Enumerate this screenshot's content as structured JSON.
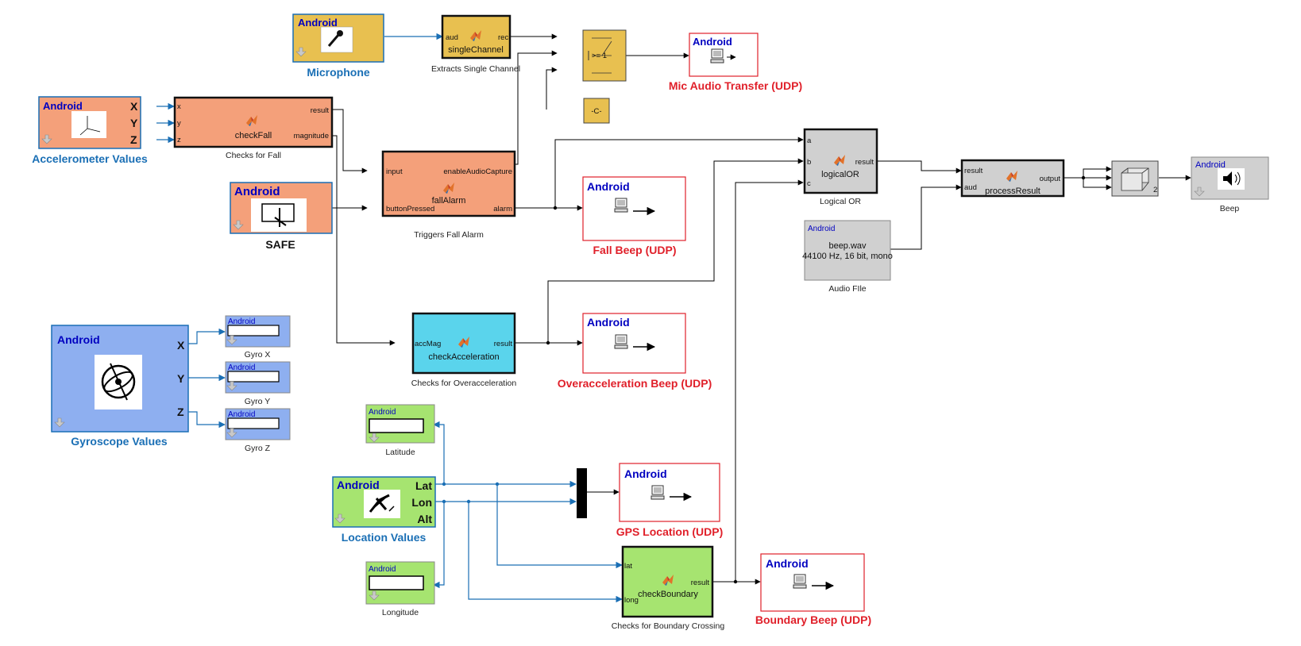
{
  "android": "Android",
  "blocks": {
    "microphone": {
      "title": "Microphone"
    },
    "single_channel": {
      "in": "aud",
      "out": "rec",
      "name": "singleChannel",
      "caption": "Extracts Single Channel"
    },
    "switch": {
      "threshold": ">= 1"
    },
    "constant": {
      "text": "-C-"
    },
    "mic_udp": {
      "title": "Mic Audio Transfer (UDP)"
    },
    "accel": {
      "title": "Accelerometer Values",
      "ports": [
        "X",
        "Y",
        "Z"
      ]
    },
    "check_fall": {
      "in": [
        "x",
        "y",
        "z"
      ],
      "out": [
        "result",
        "magnitude"
      ],
      "name": "checkFall",
      "caption": "Checks for Fall"
    },
    "safe": {
      "title": "SAFE"
    },
    "fall_alarm": {
      "in": [
        "input",
        "buttonPressed"
      ],
      "out": [
        "enableAudioCapture",
        "alarm"
      ],
      "name": "fallAlarm",
      "caption": "Triggers Fall Alarm"
    },
    "fall_beep": {
      "title": "Fall Beep (UDP)"
    },
    "logical_or": {
      "in": [
        "a",
        "b",
        "c"
      ],
      "out": "result",
      "name": "logicalOR",
      "caption": "Logical OR"
    },
    "audio_file": {
      "line1": "beep.wav",
      "line2": "44100 Hz, 16 bit, mono",
      "caption": "Audio FIle"
    },
    "process_result": {
      "in": [
        "result",
        "aud"
      ],
      "out": "output",
      "name": "processResult"
    },
    "repeat": {
      "label": "2"
    },
    "beep": {
      "caption": "Beep"
    },
    "gyro": {
      "title": "Gyroscope Values",
      "ports": [
        "X",
        "Y",
        "Z"
      ]
    },
    "gyro_x": {
      "caption": "Gyro X"
    },
    "gyro_y": {
      "caption": "Gyro Y"
    },
    "gyro_z": {
      "caption": "Gyro Z"
    },
    "check_accel": {
      "in": "accMag",
      "out": "result",
      "name": "checkAcceleration",
      "caption": "Checks for Overacceleration"
    },
    "overaccel_beep": {
      "title": "Overacceleration Beep (UDP)"
    },
    "latitude": {
      "caption": "Latitude"
    },
    "location": {
      "title": "Location Values",
      "ports": [
        "Lat",
        "Lon",
        "Alt"
      ]
    },
    "longitude": {
      "caption": "Longitude"
    },
    "gps_udp": {
      "title": "GPS Location (UDP)"
    },
    "check_boundary": {
      "in": [
        "lat",
        "long"
      ],
      "out": "result",
      "name": "checkBoundary",
      "caption": "Checks for Boundary Crossing"
    },
    "boundary_beep": {
      "title": "Boundary Beep (UDP)"
    }
  },
  "colors": {
    "sensor_blue": "#8eaff0",
    "orange": "#f4a07a",
    "yellow": "#e8c050",
    "grey": "#d0d0d0",
    "cyan": "#5ad4ec",
    "green": "#a6e470",
    "wire_blue": "#1a6fb5",
    "red": "#e0202a"
  }
}
